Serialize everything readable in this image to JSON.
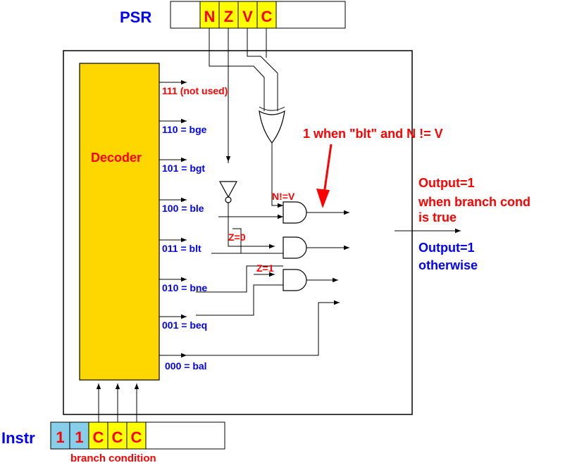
{
  "psr": {
    "label": "PSR",
    "bits": [
      "N",
      "Z",
      "V",
      "C"
    ],
    "bit_fill": "#ffff00",
    "bit_text_color": "#ff0000"
  },
  "instr": {
    "label": "Instr",
    "bits": [
      "1",
      "1",
      "C",
      "C",
      "C"
    ],
    "bit_fills": [
      "#87ceeb",
      "#87ceeb",
      "#ffff00",
      "#ffff00",
      "#ffff00"
    ],
    "bit_text_color": "#ff0000",
    "caption": "branch condition"
  },
  "decoder": {
    "label": "Decoder",
    "fill": "#ffd700",
    "label_color": "#ff0000",
    "outputs": [
      {
        "label": "111 (not used)",
        "color": "#ff0000"
      },
      {
        "label": "110 = bge",
        "color": "#0000ff"
      },
      {
        "label": "101 = bgt",
        "color": "#0000ff"
      },
      {
        "label": "100 = ble",
        "color": "#0000ff"
      },
      {
        "label": "011 = blt",
        "color": "#0000ff"
      },
      {
        "label": "010 = bne",
        "color": "#0000ff"
      },
      {
        "label": "001 = beq",
        "color": "#0000ff"
      },
      {
        "label": "000 = bal",
        "color": "#0000ff"
      }
    ]
  },
  "signals": {
    "n_ne_v": "N!=V",
    "z0": "Z=0",
    "z1": "Z=1"
  },
  "annotation": {
    "text": "1 when \"blt\" and N != V",
    "color": "#ff0000"
  },
  "output_true": {
    "line1": "Output=1",
    "line2": "when branch cond",
    "line3": "is true",
    "color": "#ff0000"
  },
  "output_false": {
    "line1": "Output=1",
    "line2": "otherwise",
    "color": "#0000ff"
  }
}
